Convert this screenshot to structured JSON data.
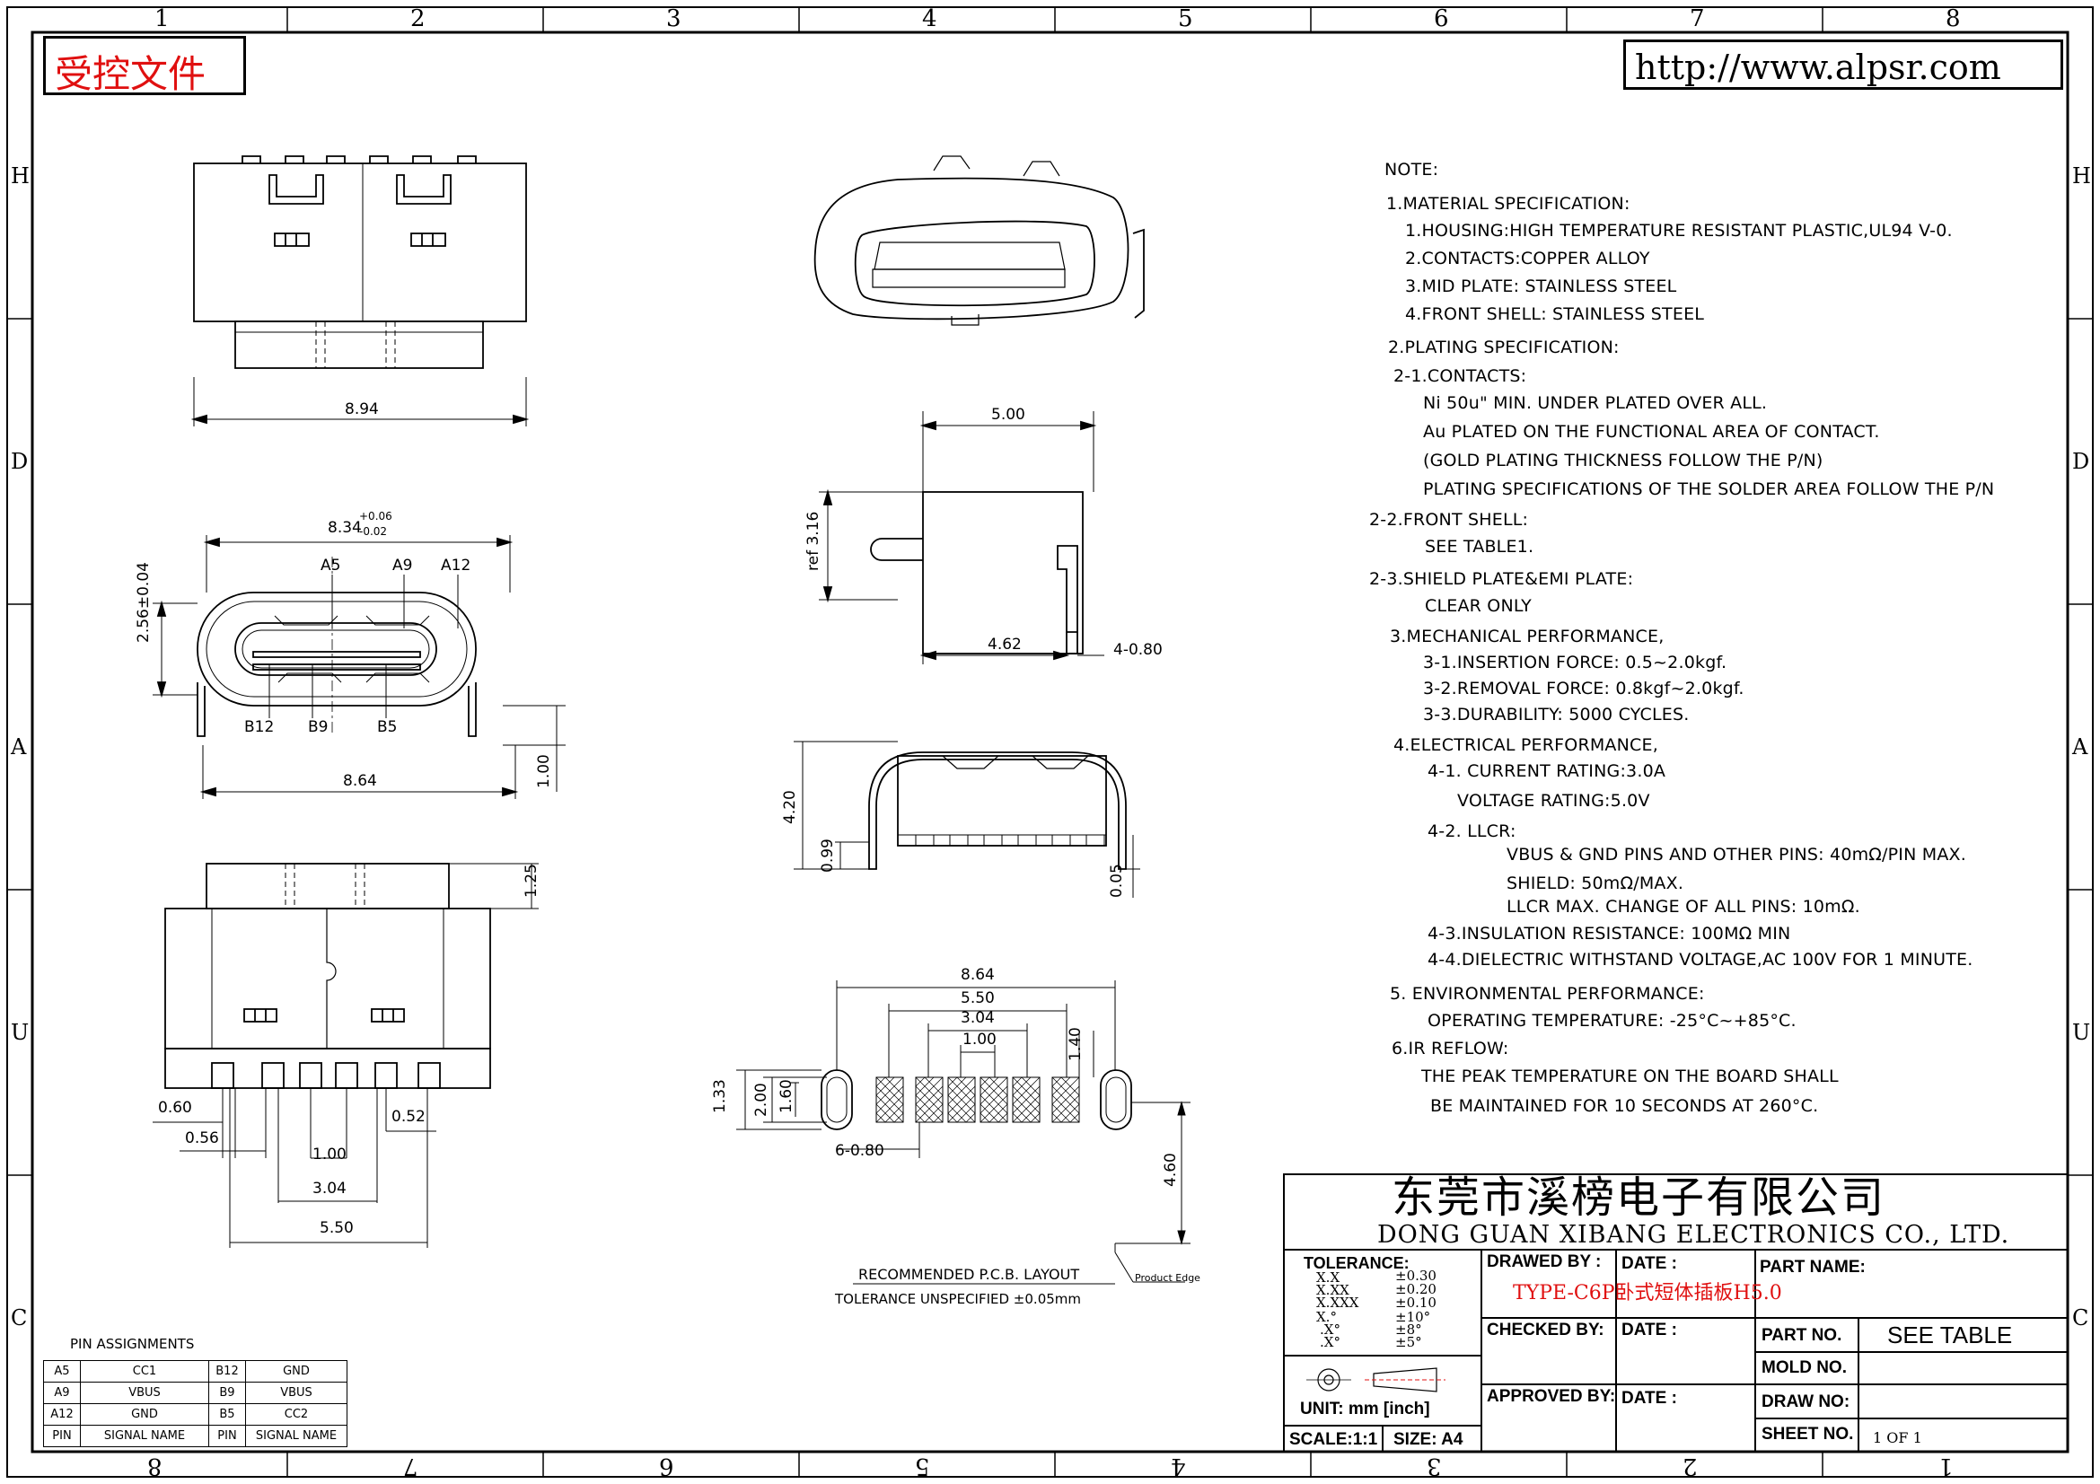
{
  "grid": {
    "columns": [
      "1",
      "2",
      "3",
      "4",
      "5",
      "6",
      "7",
      "8"
    ],
    "rows": [
      "H",
      "D",
      "A",
      "U",
      "C"
    ],
    "columns_bottom": [
      "8",
      "7",
      "6",
      "5",
      "4",
      "3",
      "2",
      "1"
    ]
  },
  "stamp": "受控文件",
  "url": "http://www.alpsr.com",
  "notes": [
    "NOTE:",
    "1.MATERIAL SPECIFICATION:",
    "1.HOUSING:HIGH TEMPERATURE RESISTANT PLASTIC,UL94 V-0.",
    "2.CONTACTS:COPPER ALLOY",
    "3.MID PLATE: STAINLESS STEEL",
    "4.FRONT SHELL: STAINLESS STEEL",
    "2.PLATING SPECIFICATION:",
    "2-1.CONTACTS:",
    "Ni 50u\" MIN. UNDER PLATED OVER ALL.",
    "Au PLATED ON THE FUNCTIONAL AREA OF CONTACT.",
    "(GOLD PLATING THICKNESS FOLLOW THE P/N)",
    "PLATING SPECIFICATIONS OF THE SOLDER AREA FOLLOW THE P/N",
    "2-2.FRONT SHELL:",
    "SEE TABLE1.",
    "2-3.SHIELD PLATE&EMI PLATE:",
    "CLEAR ONLY",
    "3.MECHANICAL PERFORMANCE,",
    "3-1.INSERTION FORCE: 0.5~2.0kgf.",
    "3-2.REMOVAL FORCE: 0.8kgf~2.0kgf.",
    "3-3.DURABILITY: 5000 CYCLES.",
    "4.ELECTRICAL PERFORMANCE,",
    "4-1. CURRENT RATING:3.0A",
    "VOLTAGE RATING:5.0V",
    "4-2. LLCR:",
    "VBUS & GND PINS AND OTHER PINS: 40mΩ/PIN MAX.",
    "SHIELD: 50mΩ/MAX.",
    "LLCR MAX. CHANGE OF ALL PINS: 10mΩ.",
    "4-3.INSULATION RESISTANCE: 100MΩ MIN",
    "4-4.DIELECTRIC WITHSTAND VOLTAGE,AC 100V FOR 1 MINUTE.",
    "5. ENVIRONMENTAL PERFORMANCE:",
    "OPERATING TEMPERATURE: -25°C~+85°C.",
    "6.IR REFLOW:",
    "THE PEAK TEMPERATURE ON THE BOARD SHALL",
    "BE MAINTAINED FOR 10 SECONDS AT 260°C."
  ],
  "dims": {
    "top_width": "8.94",
    "front_width": "8.34",
    "front_tol_plus": "+0.06",
    "front_tol_minus": "-0.02",
    "front_height": "2.56±0.04",
    "shell_width": "8.64",
    "leg_height": "1.00",
    "pin_a5": "A5",
    "pin_a9": "A9",
    "pin_a12": "A12",
    "pin_b12": "B12",
    "pin_b9": "B9",
    "pin_b5": "B5",
    "side_width": "5.00",
    "side_ref": "ref 3.16",
    "side_depth": "4.62",
    "side_leg": "4-0.80",
    "rear_height": "4.20",
    "rear_099": "0.99",
    "rear_005": "0.05",
    "bottom_125": "1.25",
    "bottom_060": "0.60",
    "bottom_056": "0.56",
    "bottom_052": "0.52",
    "bottom_100": "1.00",
    "bottom_304": "3.04",
    "bottom_550": "5.50",
    "pcb_864": "8.64",
    "pcb_550": "5.50",
    "pcb_304": "3.04",
    "pcb_100": "1.00",
    "pcb_140": "1.40",
    "pcb_133": "1.33",
    "pcb_200": "2.00",
    "pcb_160": "1.60",
    "pcb_680": "6-0.80",
    "pcb_460": "4.60",
    "pcb_title": "RECOMMENDED P.C.B. LAYOUT",
    "pcb_tol": "TOLERANCE UNSPECIFIED ±0.05mm",
    "product_edge": "Product Edge"
  },
  "title_block": {
    "company_cn": "东莞市溪榜电子有限公司",
    "company_en": "DONG GUAN XIBANG ELECTRONICS CO., LTD.",
    "tolerance_label": "TOLERANCE:",
    "tol_rows": [
      {
        "k": "X.X",
        "v": "±0.30"
      },
      {
        "k": "X.XX",
        "v": "±0.20"
      },
      {
        "k": "X.XXX",
        "v": "±0.10"
      },
      {
        "k": "X.°",
        "v": "±10°"
      },
      {
        "k": ".X°",
        "v": "±8°"
      },
      {
        "k": ".X°",
        "v": "±5°"
      }
    ],
    "drawn_by": "DRAWED BY :",
    "date": "DATE :",
    "part_name_label": "PART NAME:",
    "part_name": "TYPE-C6P卧式短体插板H5.0",
    "checked_by": "CHECKED BY:",
    "approved_by": "APPROVED BY:",
    "part_no_label": "PART NO.",
    "part_no": "SEE TABLE",
    "mold_no": "MOLD NO.",
    "draw_no": "DRAW NO:",
    "sheet_no": "SHEET NO.",
    "sheet": "1 OF 1",
    "unit": "UNIT: mm [inch]",
    "scale": "SCALE:1:1",
    "size": "SIZE: A4"
  },
  "pin_table": {
    "title": "PIN ASSIGNMENTS",
    "rows": [
      [
        "A5",
        "CC1",
        "B12",
        "GND"
      ],
      [
        "A9",
        "VBUS",
        "B9",
        "VBUS"
      ],
      [
        "A12",
        "GND",
        "B5",
        "CC2"
      ],
      [
        "PIN",
        "SIGNAL NAME",
        "PIN",
        "SIGNAL NAME"
      ]
    ]
  },
  "colors": {
    "stamp": "#e01010",
    "part_name": "#e01010",
    "line": "#000000"
  }
}
